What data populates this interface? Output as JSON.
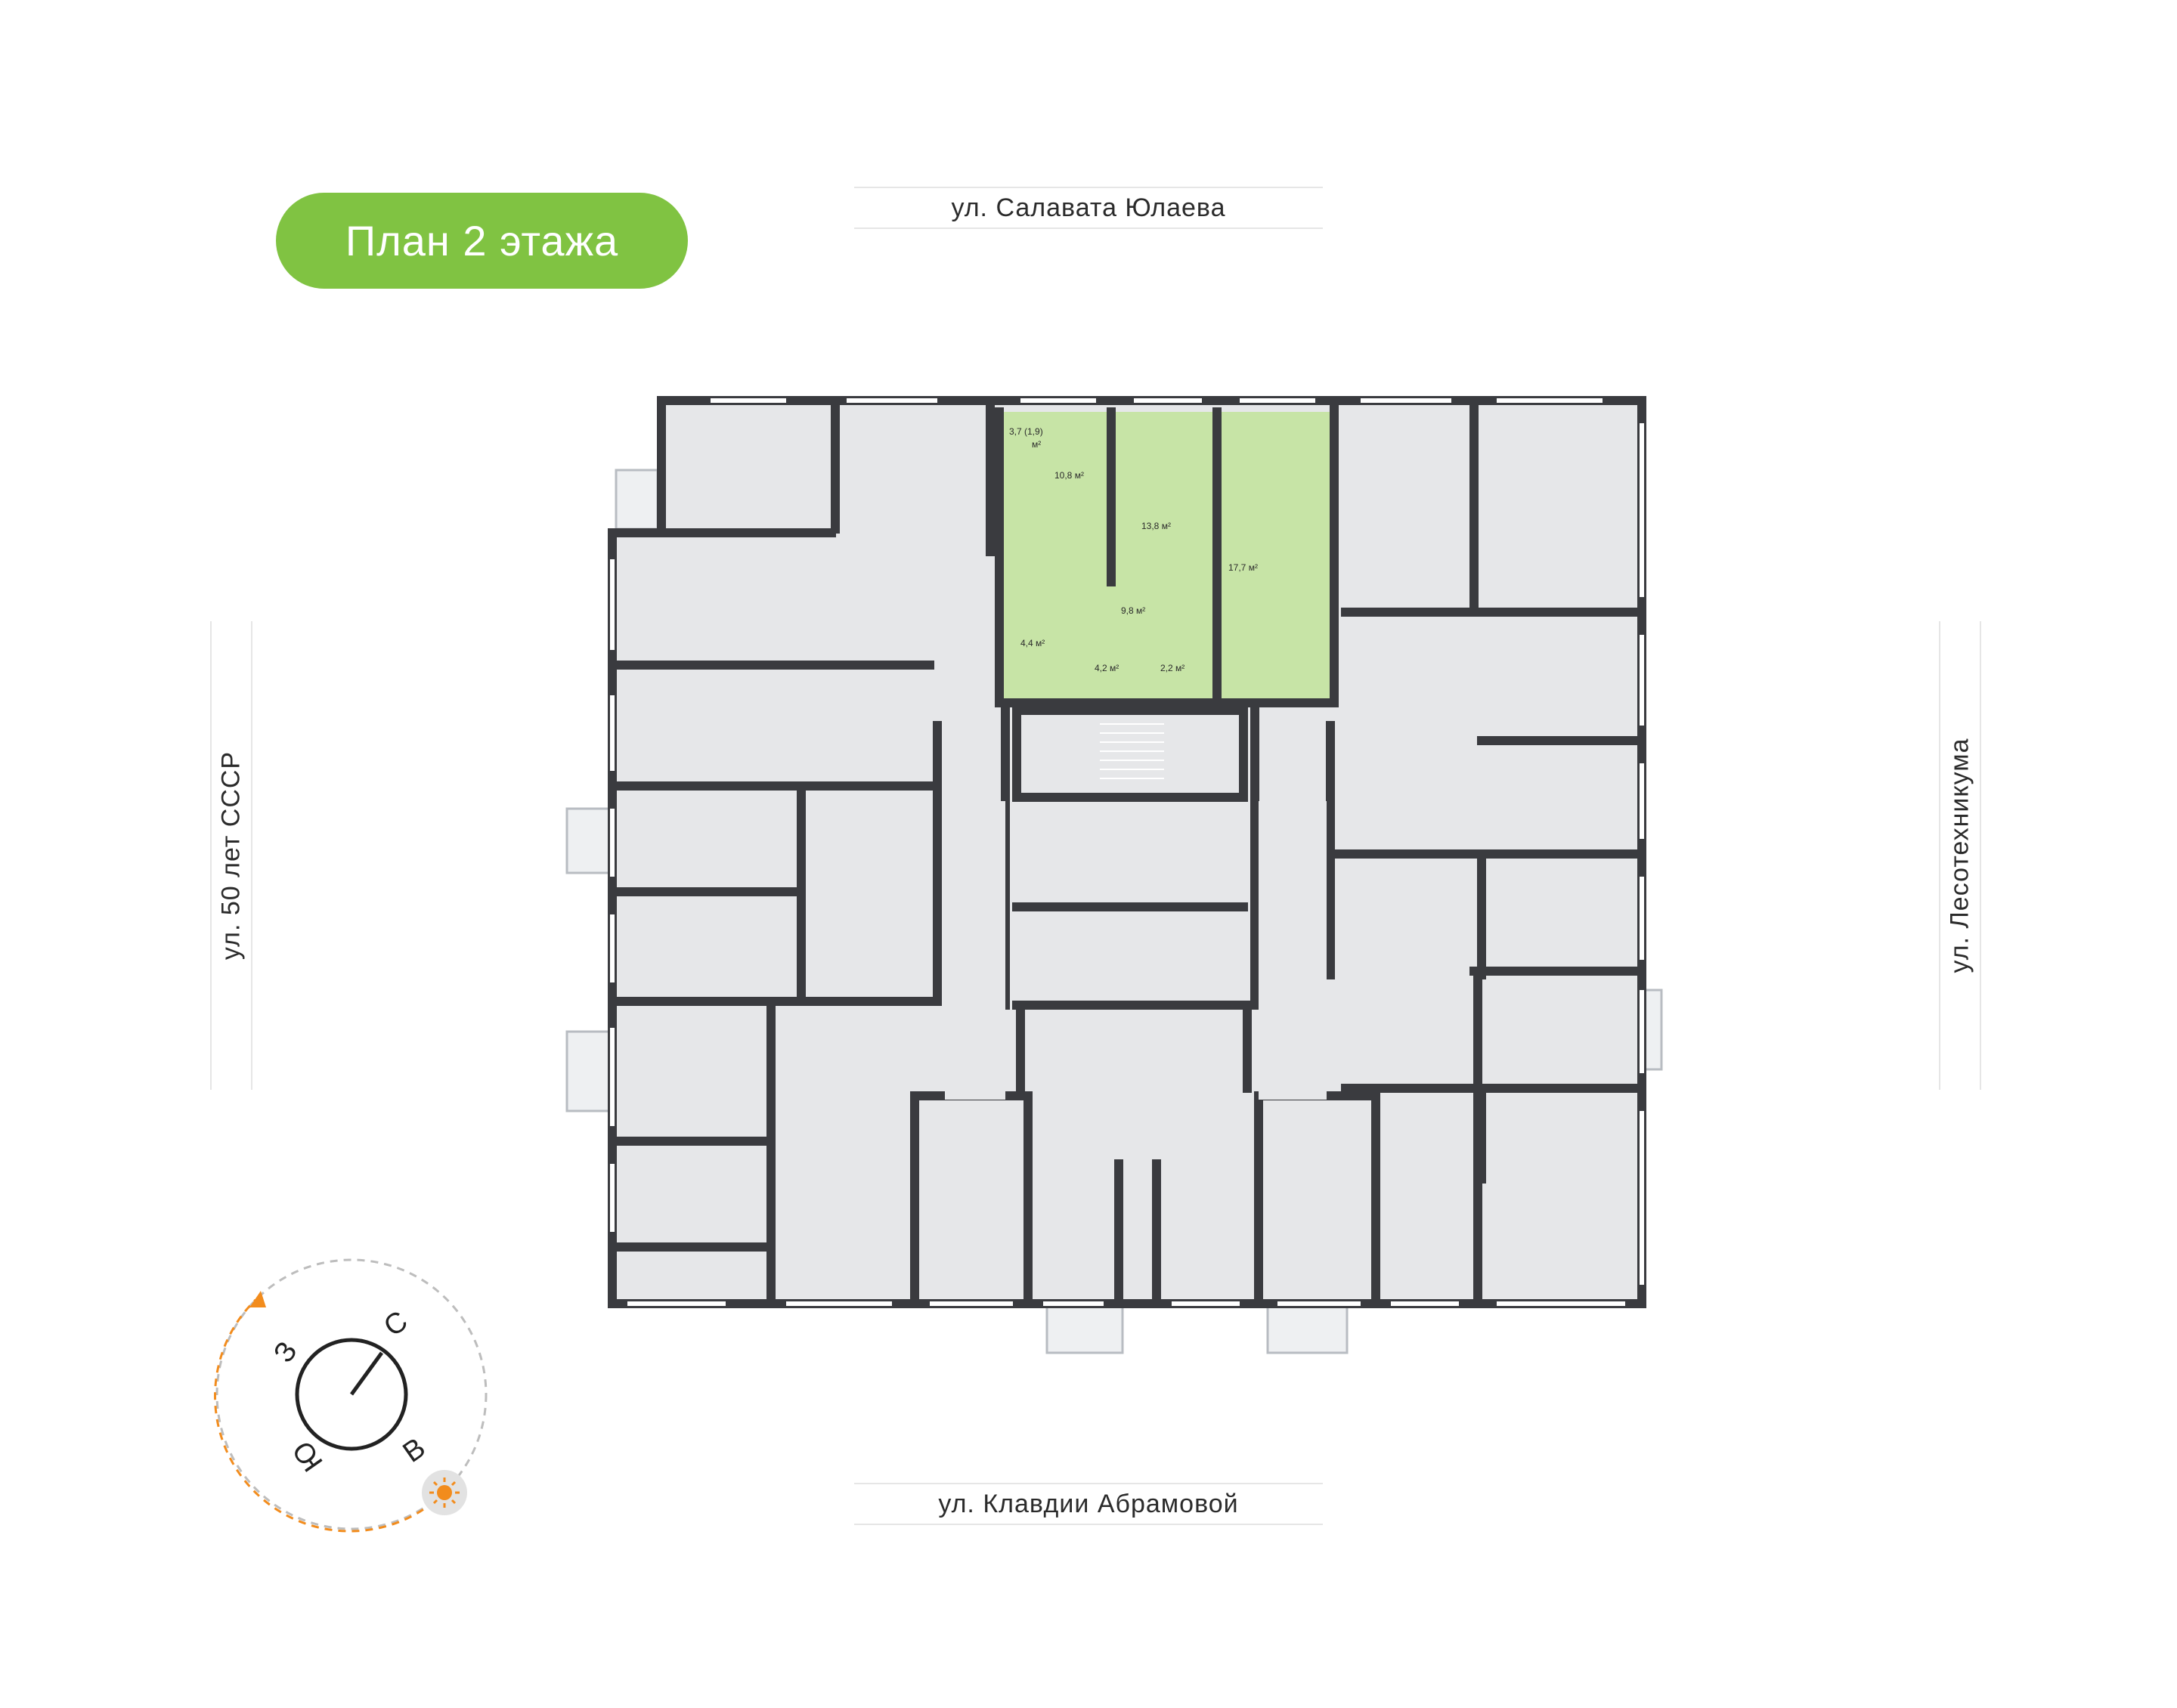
{
  "floor_title": "План 2 этажа",
  "streets": {
    "north": "ул. Салавата Юлаева",
    "south": "ул. Клавдии Абрамовой",
    "west": "ул. 50 лет СССР",
    "east": "ул. Лесотехникума"
  },
  "highlighted_apartment": {
    "rooms": {
      "balcony": "3,7 (1,9)",
      "balcony_unit": "м²",
      "kitchen": "10,8 м²",
      "bedroom": "13,8 м²",
      "living": "17,7 м²",
      "hall": "9,8 м²",
      "hallway": "4,4 м²",
      "bath": "4,2 м²",
      "wc": "2,2 м²"
    }
  },
  "compass": {
    "north": "С",
    "west": "З",
    "south": "Ю",
    "east": "В",
    "sun_icon": "sun-icon"
  },
  "colors": {
    "accent": "#80c342",
    "highlight": "#c7e4a6",
    "wall": "#3a3b3f",
    "room": "#e6e7e9",
    "sun": "#f28c1d"
  }
}
